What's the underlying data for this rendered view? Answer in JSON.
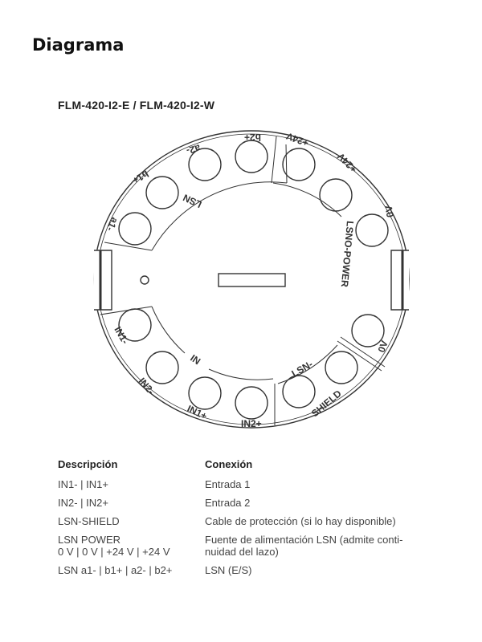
{
  "heading": "Diagrama",
  "model": "FLM-420-I2-E / FLM-420-I2-W",
  "diagram": {
    "terminals": [
      "a1-",
      "b1+",
      "a2-",
      "b2+",
      "+24V",
      "+24V",
      "0V",
      "0V",
      "SHIELD",
      "LSN-",
      "IN2+",
      "IN1+",
      "IN2-",
      "IN1-"
    ],
    "group_labels": {
      "lsn": "LSN",
      "power": "LSNO-POWER",
      "in": "IN",
      "lsn_minus": "LSN-",
      "shield": "SHIELD"
    }
  },
  "table": {
    "headers": [
      "Descripción",
      "Conexión"
    ],
    "rows": [
      {
        "desc": "IN1- | IN1+",
        "conn": "Entrada 1"
      },
      {
        "desc": "IN2- | IN2+",
        "conn": "Entrada 2"
      },
      {
        "desc": "LSN-SHIELD",
        "conn": "Cable de protección (si lo hay disponible)"
      },
      {
        "desc": "LSN POWER",
        "desc2": "0 V | 0 V | +24 V | +24 V",
        "conn": "Fuente de alimentación LSN (admite conti-",
        "conn2": "nuidad del lazo)"
      },
      {
        "desc": "LSN a1- | b1+ | a2- | b2+",
        "conn": "LSN (E/S)"
      }
    ]
  }
}
